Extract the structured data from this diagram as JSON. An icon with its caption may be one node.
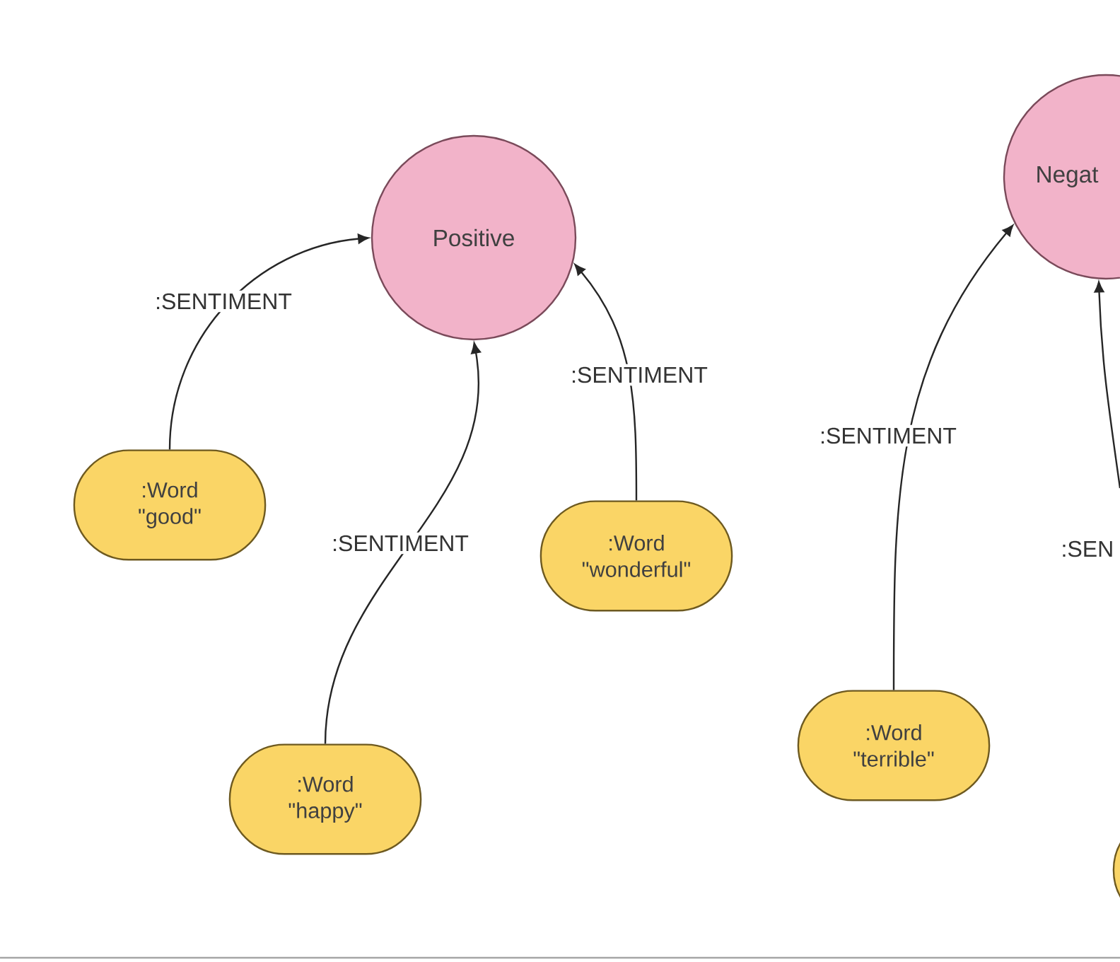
{
  "diagram": {
    "nodes": [
      {
        "text": [
          "Positive"
        ]
      },
      {
        "text": [
          ":Word",
          "\"good\""
        ]
      },
      {
        "text": [
          ":Word",
          "\"wonderful\""
        ]
      },
      {
        "text": [
          ":Word",
          "\"happy\""
        ]
      },
      {
        "text": [
          "Negat"
        ]
      },
      {
        "text": [
          ":Word",
          "\"terrible\""
        ]
      },
      {
        "text": [],
        "shape": "box"
      }
    ],
    "edges": [
      {
        "from": 1,
        "to": 0,
        "arrow": "to",
        "label": ":SENTIMENT"
      },
      {
        "from": 3,
        "to": 0,
        "arrow": "to",
        "label": ":SENTIMENT"
      },
      {
        "from": 2,
        "to": 0,
        "arrow": "to",
        "label": ":SENTIMENT"
      },
      {
        "from": 5,
        "to": 4,
        "arrow": "to",
        "label": ":SENTIMENT"
      },
      {
        "from": null,
        "to": 4,
        "arrow": "to",
        "label": ":SEN"
      }
    ]
  }
}
